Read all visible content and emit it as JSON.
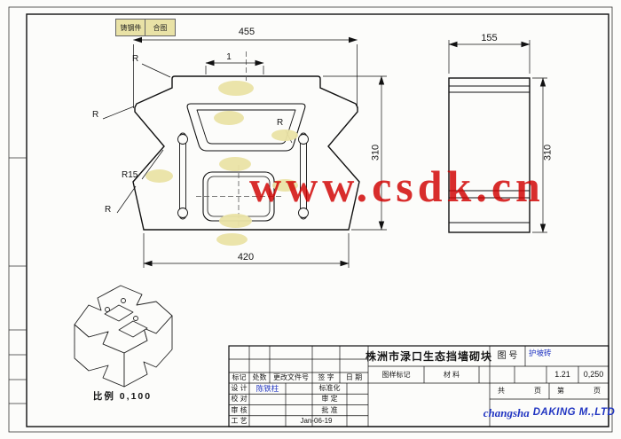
{
  "drawing": {
    "corner_cells": [
      "铸钢件",
      "合图"
    ],
    "front_view": {
      "dim_width_top": "455",
      "dim_width_bottom": "420",
      "dim_height": "310",
      "dim_small": "1",
      "radius_1": "R",
      "radius_2": "R",
      "radius_3": "R15",
      "radius_4": "R",
      "radius_5": "R"
    },
    "side_view": {
      "dim_width": "155",
      "dim_height": "310"
    },
    "iso_view": {
      "scale_label": "比例 0,100"
    }
  },
  "watermark": {
    "text": "www.csdk.cn",
    "color": "#d10000"
  },
  "title_block": {
    "title": "株洲市渌口生态挡墙砌块",
    "drawing_no_label": "图 号",
    "drawing_no_value": "护坡砖",
    "header": {
      "mark": "标记",
      "count": "处数",
      "change_doc": "更改文件号",
      "signature": "签 字",
      "date": "日 期"
    },
    "roles": {
      "design": "设 计",
      "design_name": "陈铁柱",
      "standardization": "标准化",
      "proofread": "校 对",
      "examine": "审 定",
      "review": "审 核",
      "approve": "批 准",
      "process": "工 艺",
      "process_date": "Jan-06-19"
    },
    "stamp": {
      "mark_label": "图样标记",
      "material_label": "材 料",
      "weight_value": "1.21",
      "scale_value": "0,250"
    },
    "sheet": {
      "total": "共",
      "page_a": "页",
      "index": "第",
      "page_b": "页"
    },
    "company": {
      "script": "changsha",
      "name": "DAKING M.,LTD"
    }
  }
}
